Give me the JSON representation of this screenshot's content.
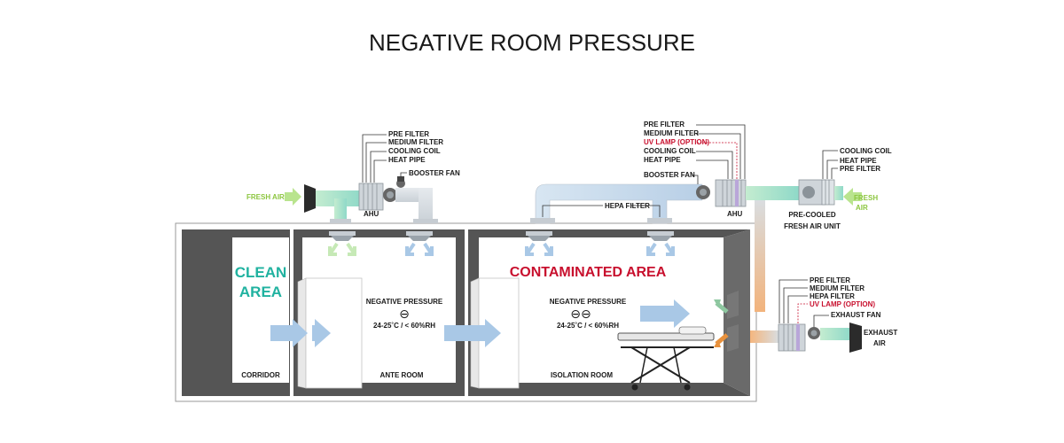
{
  "title": "NEGATIVE ROOM PRESSURE",
  "left_system": {
    "fresh_air": "FRESH AIR",
    "filters": [
      "PRE FILTER",
      "MEDIUM FILTER",
      "COOLING COIL",
      "HEAT PIPE"
    ],
    "booster_fan": "BOOSTER FAN",
    "ahu": "AHU"
  },
  "right_supply": {
    "filters": [
      "PRE FILTER",
      "MEDIUM FILTER",
      "UV LAMP (OPTION)",
      "COOLING COIL",
      "HEAT PIPE"
    ],
    "booster_fan": "BOOSTER FAN",
    "ahu": "AHU",
    "hepa_filter": "HEPA FILTER"
  },
  "precooled_unit": {
    "filters": [
      "COOLING COIL",
      "HEAT PIPE",
      "PRE FILTER"
    ],
    "fresh_air": [
      "FRESH",
      "AIR"
    ],
    "name": [
      "PRE-COOLED",
      "FRESH AIR UNIT"
    ]
  },
  "exhaust_system": {
    "filters": [
      "PRE FILTER",
      "MEDIUM FILTER",
      "HEPA FILTER",
      "UV LAMP (OPTION)"
    ],
    "exhaust_fan": "EXHAUST FAN",
    "exhaust_air": [
      "EXHAUST",
      "AIR"
    ]
  },
  "rooms": {
    "clean_area": [
      "CLEAN",
      "AREA"
    ],
    "contaminated_area": "CONTAMINATED AREA",
    "corridor": "CORRIDOR",
    "ante_room": "ANTE ROOM",
    "isolation_room": "ISOLATION ROOM",
    "ante_pressure": {
      "label": "NEGATIVE PRESSURE",
      "symbols": "⊖",
      "conditions": "24-25˚C / < 60%RH"
    },
    "iso_pressure": {
      "label": "NEGATIVE PRESSURE",
      "symbols": "⊖⊖",
      "conditions": "24-25˚C / < 60%RH"
    }
  },
  "colors": {
    "wall": "#555555",
    "duct": "#d9dde0",
    "fresh_air": "#a9dfb4",
    "supply_air": "#a9c8e6",
    "exhaust": "#f0b98a",
    "accent_red": "#c8102e",
    "accent_teal": "#20b2a0"
  }
}
